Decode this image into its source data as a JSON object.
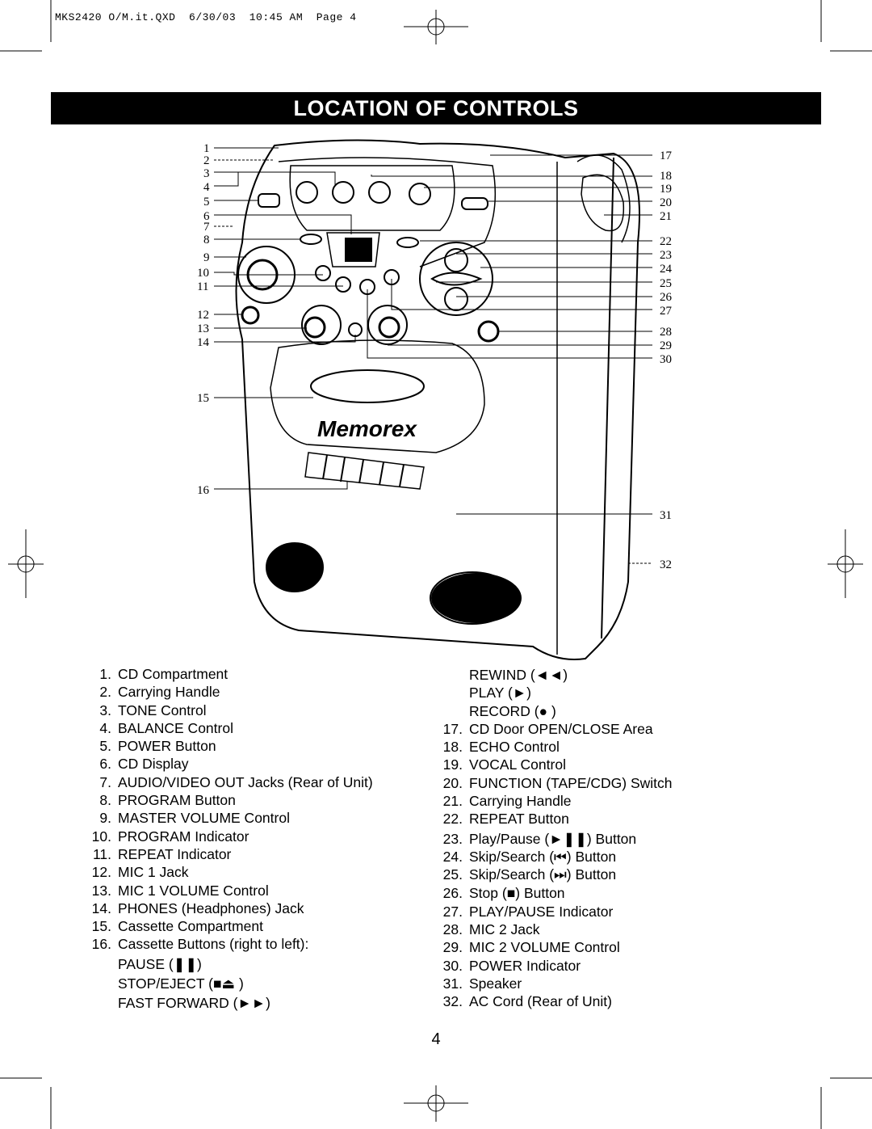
{
  "header": {
    "file_line": "MKS2420 O/M.it.QXD  6/30/03  10:45 AM  Page 4"
  },
  "title": "LOCATION OF CONTROLS",
  "diagram": {
    "brand": "Memorex",
    "callouts_left": [
      "1",
      "2",
      "3",
      "4",
      "5",
      "6",
      "7",
      "8",
      "9",
      "10",
      "11",
      "12",
      "13",
      "14",
      "15",
      "16"
    ],
    "callouts_right": [
      "17",
      "18",
      "19",
      "20",
      "21",
      "22",
      "23",
      "24",
      "25",
      "26",
      "27",
      "28",
      "29",
      "30",
      "31",
      "32"
    ]
  },
  "left_list": [
    {
      "num": "1.",
      "label": "CD Compartment"
    },
    {
      "num": "2.",
      "label": "Carrying Handle"
    },
    {
      "num": "3.",
      "label": "TONE Control"
    },
    {
      "num": "4.",
      "label": "BALANCE Control"
    },
    {
      "num": "5.",
      "label": "POWER Button"
    },
    {
      "num": "6.",
      "label": "CD Display"
    },
    {
      "num": "7.",
      "label": "AUDIO/VIDEO OUT Jacks (Rear of Unit)"
    },
    {
      "num": "8.",
      "label": "PROGRAM Button"
    },
    {
      "num": "9.",
      "label": "MASTER VOLUME Control"
    },
    {
      "num": "10.",
      "label": "PROGRAM Indicator"
    },
    {
      "num": "11.",
      "label": "REPEAT Indicator"
    },
    {
      "num": "12.",
      "label": "MIC 1 Jack"
    },
    {
      "num": "13.",
      "label": "MIC 1 VOLUME Control"
    },
    {
      "num": "14.",
      "label": "PHONES (Headphones) Jack"
    },
    {
      "num": "15.",
      "label": "Cassette Compartment"
    },
    {
      "num": "16.",
      "label": "Cassette Buttons (right to left):"
    }
  ],
  "cassette_sub_left": [
    "PAUSE (❚❚)",
    "STOP/EJECT (■⏏ )",
    "FAST FORWARD (►►)"
  ],
  "cassette_sub_right": [
    "REWIND (◄◄)",
    "PLAY (►)",
    "RECORD (● )"
  ],
  "right_list": [
    {
      "num": "17.",
      "label": "CD Door OPEN/CLOSE Area"
    },
    {
      "num": "18.",
      "label": "ECHO Control"
    },
    {
      "num": "19.",
      "label": "VOCAL Control"
    },
    {
      "num": "20.",
      "label": "FUNCTION (TAPE/CDG) Switch"
    },
    {
      "num": "21.",
      "label": "Carrying Handle"
    },
    {
      "num": "22.",
      "label": "REPEAT Button"
    },
    {
      "num": "23.",
      "label": "Play/Pause (►❚❚) Button"
    },
    {
      "num": "24.",
      "label": "Skip/Search (⏮) Button"
    },
    {
      "num": "25.",
      "label": "Skip/Search (⏭) Button"
    },
    {
      "num": "26.",
      "label": "Stop (■) Button"
    },
    {
      "num": "27.",
      "label": "PLAY/PAUSE Indicator"
    },
    {
      "num": "28.",
      "label": "MIC 2 Jack"
    },
    {
      "num": "29.",
      "label": "MIC 2 VOLUME Control"
    },
    {
      "num": "30.",
      "label": "POWER Indicator"
    },
    {
      "num": "31.",
      "label": "Speaker"
    },
    {
      "num": "32.",
      "label": "AC Cord (Rear of Unit)"
    }
  ],
  "page_number": "4"
}
